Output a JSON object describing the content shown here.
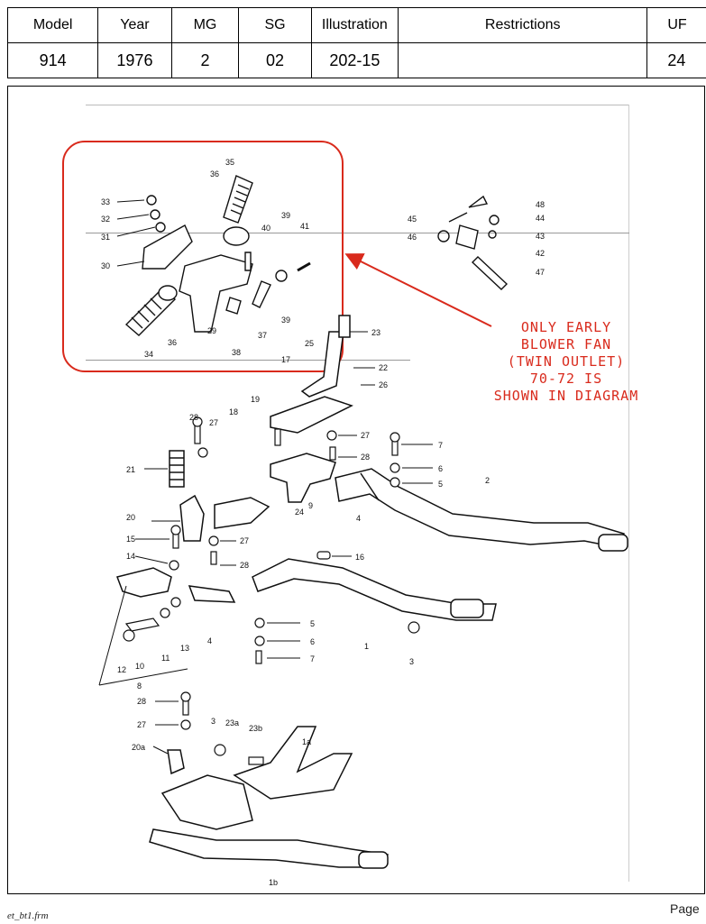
{
  "header": {
    "columns": [
      "Model",
      "Year",
      "MG",
      "SG",
      "Illustration",
      "Restrictions",
      "UF"
    ],
    "values": [
      "914",
      "1976",
      "2",
      "02",
      "202-15",
      "",
      "24"
    ]
  },
  "callout": {
    "lines": [
      "ONLY EARLY",
      "BLOWER FAN",
      "(TWIN OUTLET)",
      "70-72 IS",
      "SHOWN IN DIAGRAM"
    ],
    "color": "#d92a1c"
  },
  "part_numbers": [
    "35",
    "36",
    "33",
    "32",
    "31",
    "30",
    "40",
    "39",
    "41",
    "29",
    "36",
    "34",
    "38",
    "37",
    "39",
    "45",
    "46",
    "48",
    "44",
    "43",
    "42",
    "47",
    "23",
    "25",
    "22",
    "17",
    "26",
    "19",
    "28",
    "27",
    "18",
    "27",
    "7",
    "28",
    "6",
    "5",
    "21",
    "24",
    "9",
    "2",
    "20",
    "15",
    "27",
    "14",
    "28",
    "16",
    "4",
    "5",
    "6",
    "7",
    "1",
    "3",
    "11",
    "13",
    "4",
    "12",
    "10",
    "8",
    "28",
    "27",
    "3",
    "23a",
    "23b",
    "1a",
    "20a",
    "1b"
  ],
  "footer": {
    "left": "et_bt1.frm",
    "right": "Page"
  }
}
